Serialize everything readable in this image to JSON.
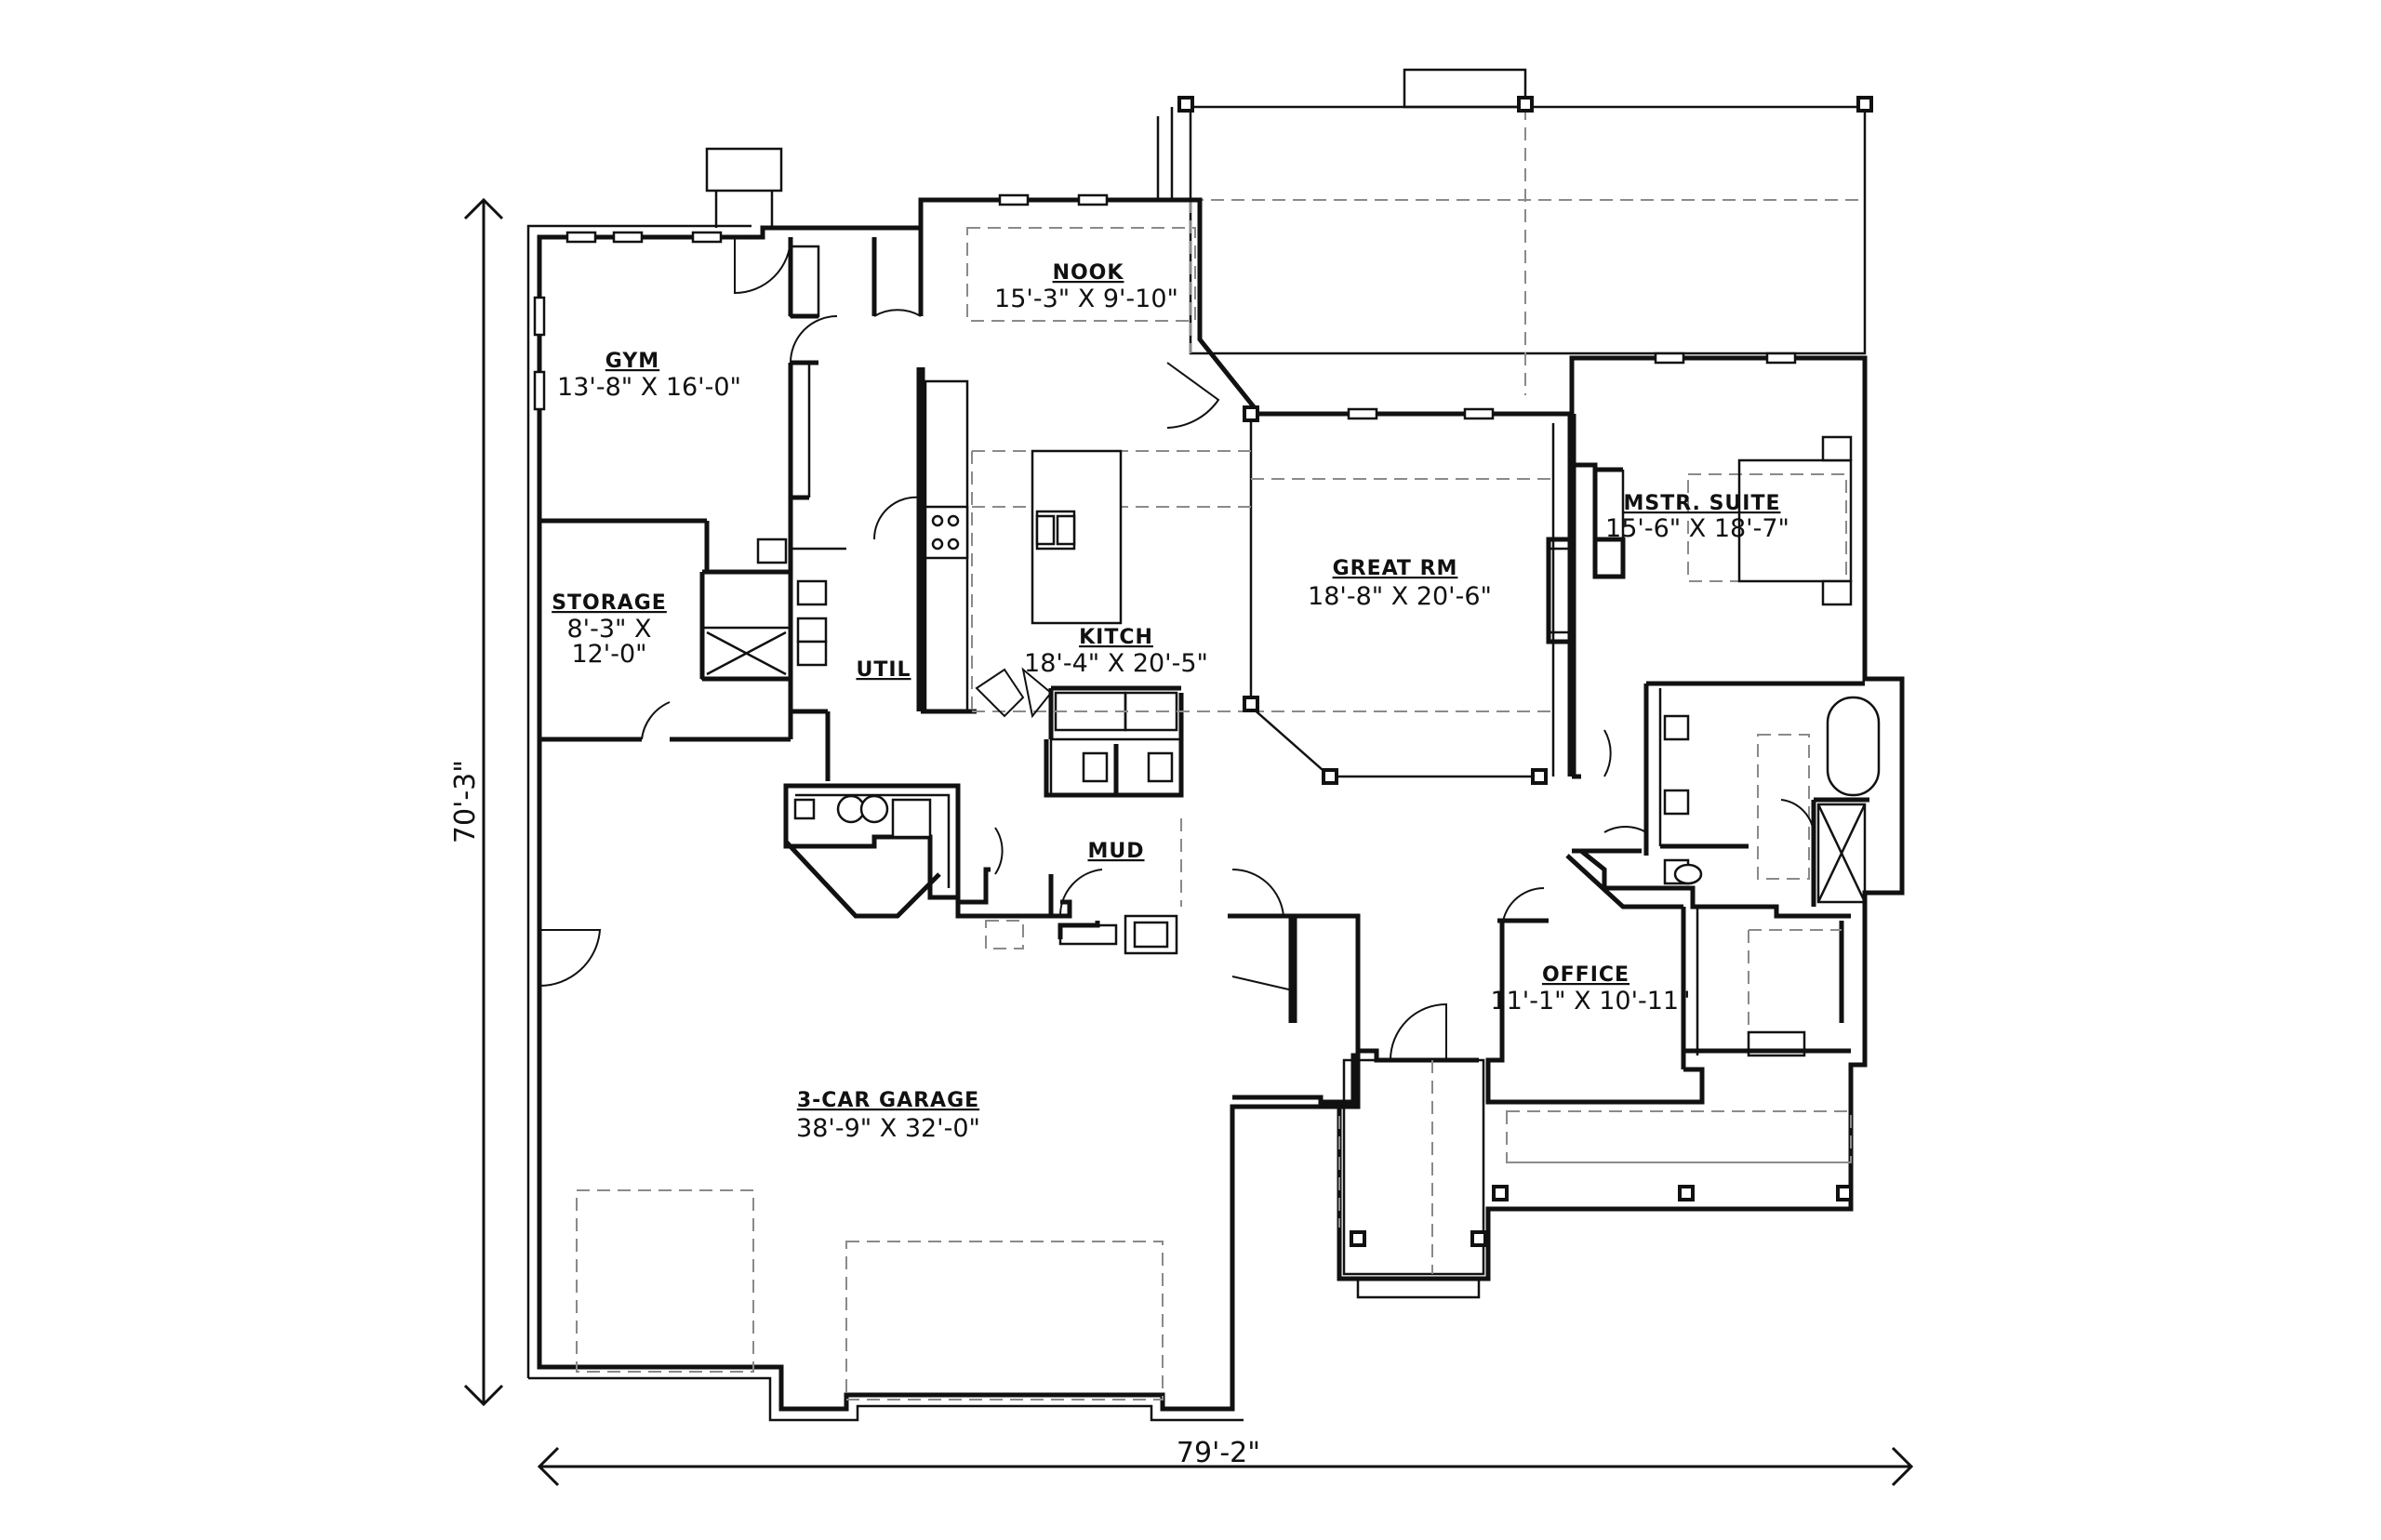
{
  "rooms": {
    "nook": {
      "name": "NOOK",
      "dims": "15'-3\" X 9'-10\""
    },
    "gym": {
      "name": "GYM",
      "dims": "13'-8\" X 16'-0\""
    },
    "storage": {
      "name": "STORAGE",
      "dims_line1": "8'-3\" X",
      "dims_line2": "12'-0\""
    },
    "util": {
      "name": "UTIL"
    },
    "kitchen": {
      "name": "KITCH",
      "dims": "18'-4\" X 20'-5\""
    },
    "great_room": {
      "name": "GREAT RM",
      "dims": "18'-8\" X 20'-6\""
    },
    "master_suite": {
      "name": "MSTR. SUITE",
      "dims": "15'-6\" X 18'-7\""
    },
    "mud": {
      "name": "MUD"
    },
    "office": {
      "name": "OFFICE",
      "dims": "11'-1\" X 10'-11\""
    },
    "garage": {
      "name": "3-CAR GARAGE",
      "dims": "38'-9\" X 32'-0\""
    }
  },
  "overall": {
    "width": "79'-2\"",
    "depth": "70'-3\""
  }
}
